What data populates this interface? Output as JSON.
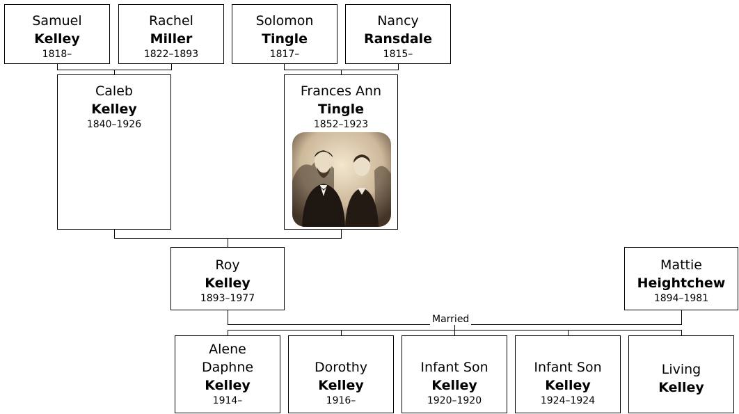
{
  "people": {
    "samuel": {
      "first": "Samuel",
      "last": "Kelley",
      "dates": "1818–"
    },
    "rachel": {
      "first": "Rachel",
      "last": "Miller",
      "dates": "1822–1893"
    },
    "solomon": {
      "first": "Solomon",
      "last": "Tingle",
      "dates": "1817–"
    },
    "nancy": {
      "first": "Nancy",
      "last": "Ransdale",
      "dates": "1815–"
    },
    "caleb": {
      "first": "Caleb",
      "last": "Kelley",
      "dates": "1840–1926"
    },
    "frances": {
      "first": "Frances Ann",
      "last": "Tingle",
      "dates": "1852–1923"
    },
    "roy": {
      "first": "Roy",
      "last": "Kelley",
      "dates": "1893–1977"
    },
    "mattie": {
      "first": "Mattie",
      "last": "Heightchew",
      "dates": "1894–1981"
    }
  },
  "married_label": "Married",
  "children": [
    {
      "first_lines": [
        "Alene",
        "Daphne"
      ],
      "last": "Kelley",
      "dates": "1914–"
    },
    {
      "first_lines": [
        "Dorothy"
      ],
      "last": "Kelley",
      "dates": "1916–"
    },
    {
      "first_lines": [
        "Infant Son"
      ],
      "last": "Kelley",
      "dates": "1920–1920"
    },
    {
      "first_lines": [
        "Infant Son"
      ],
      "last": "Kelley",
      "dates": "1924–1924"
    },
    {
      "first_lines": [
        "Living"
      ],
      "last": "Kelley",
      "dates": ""
    }
  ]
}
